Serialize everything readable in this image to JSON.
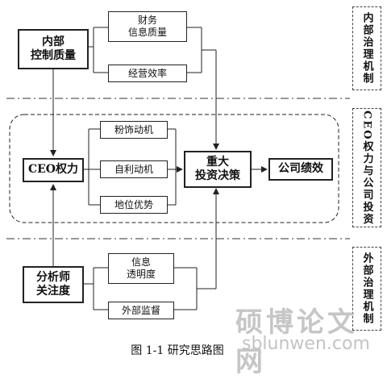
{
  "sections": {
    "internal": "内部治理机制",
    "ceo": "CEO权力与公司投资",
    "external": "外部治理机制"
  },
  "nodes": {
    "internal_control": "内部\n控制质量",
    "fin_info": "财务\n信息质量",
    "op_eff": "经营效率",
    "ceo_power": "CEO权力",
    "motive_decor": "粉饰动机",
    "motive_self": "自利动机",
    "motive_status": "地位优势",
    "major_invest": "重大\n投资决策",
    "performance": "公司绩效",
    "analyst": "分析师\n关注度",
    "info_trans": "信息\n透明度",
    "ext_monitor": "外部监督"
  },
  "caption": "图 1-1    研究思路图",
  "watermark": {
    "cn": "硕博论文网",
    "url": "sblunwen.com"
  }
}
